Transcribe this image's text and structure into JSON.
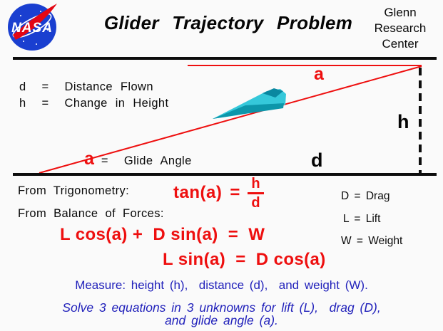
{
  "header": {
    "title": "Glider Trajectory Problem",
    "org": [
      "Glenn",
      "Research",
      "Center"
    ],
    "logo_text": "NASA"
  },
  "diagram": {
    "distance_legend": "d  =  Distance Flown",
    "height_legend": "h  =  Change in Height",
    "glide_angle_symbol": "a",
    "glide_angle_rest": "=  Glide Angle",
    "top_angle_symbol": "a",
    "height_label": "h",
    "distance_label": "d"
  },
  "trigonometry": {
    "label": "From Trigonometry:",
    "function": "tan(a)",
    "equals": "=",
    "numerator": "h",
    "denominator": "d"
  },
  "forces": {
    "label": "From Balance of Forces:",
    "equation1": "L cos(a) +  D sin(a)  =  W",
    "equation2": "L sin(a)  =  D cos(a)"
  },
  "definitions": {
    "drag": "D = Drag",
    "lift": "L = Lift",
    "weight": "W = Weight"
  },
  "instructions": {
    "measure": "Measure: height (h),  distance (d),  and weight (W).",
    "solve_line1": "Solve 3 equations in 3 unknowns for lift (L),  drag (D),",
    "solve_line2": "and glide angle (a)."
  },
  "colors": {
    "formula_red": "#ee0f0f",
    "note_blue": "#2222bb",
    "nasa_blue": "#1a3fd0",
    "glider_teal": "#35c8da"
  }
}
